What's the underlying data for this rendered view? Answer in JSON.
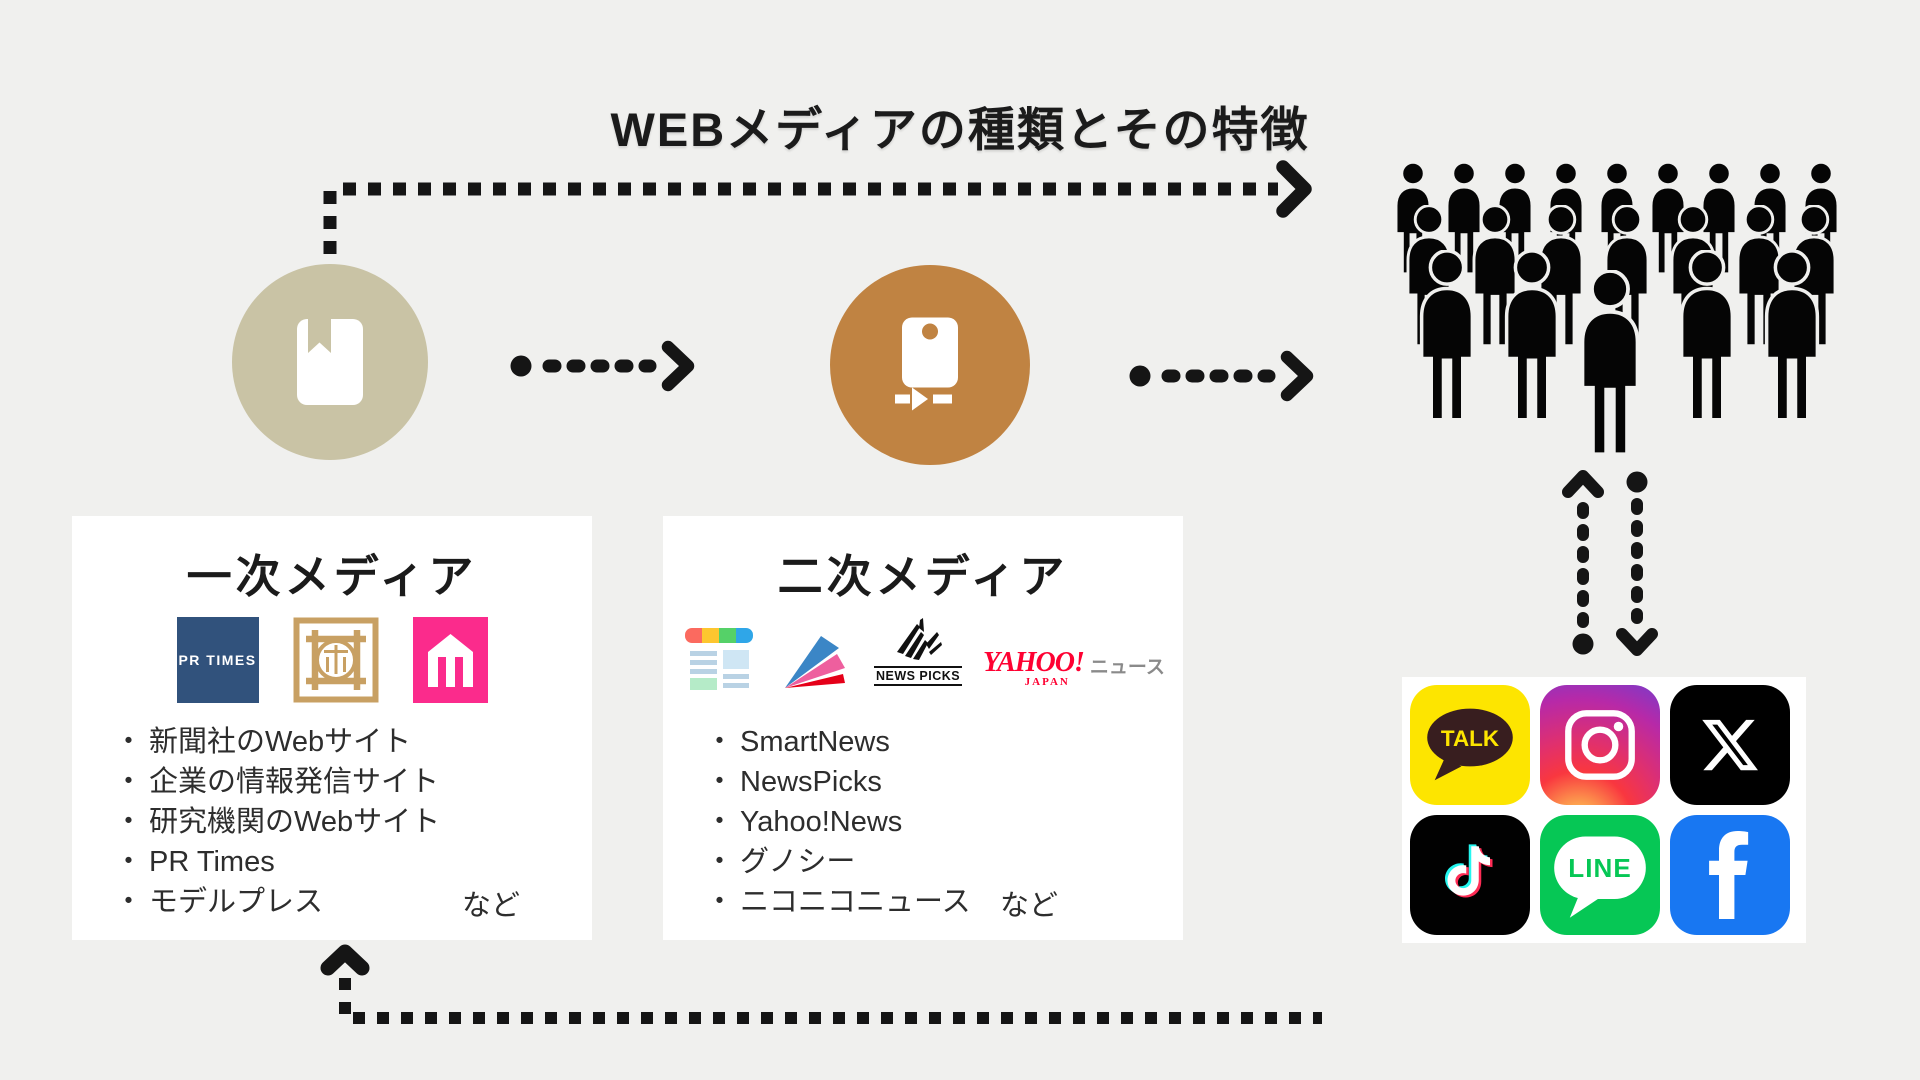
{
  "title": "WEBメディアの種類とその特徴",
  "bullet": "・",
  "primary": {
    "title": "一次メディア",
    "items": [
      "新聞社のWebサイト",
      "企業の情報発信サイト",
      "研究機関のWebサイト",
      "PR Times",
      "モデルプレス"
    ],
    "etc": "など",
    "logos": {
      "pr_times_label": "PR TIMES"
    },
    "logo_names": [
      "pr-times",
      "gold-crest-emblem",
      "modelpress"
    ]
  },
  "secondary": {
    "title": "二次メディア",
    "items": [
      "SmartNews",
      "NewsPicks",
      "Yahoo!News",
      "グノシー",
      "ニコニコニュース"
    ],
    "etc": "など",
    "logos": {
      "newspicks_label": "NEWS PICKS",
      "yahoo_main": "YAHOO!",
      "yahoo_japan": "JAPAN",
      "yahoo_news": "ニュース"
    },
    "logo_names": [
      "smartnews",
      "gunosy",
      "newspicks",
      "yahoo-japan-news"
    ]
  },
  "sns": {
    "kakao_label": "TALK",
    "line_label": "LINE",
    "icons": [
      "kakaotalk",
      "instagram",
      "x",
      "tiktok",
      "line",
      "facebook"
    ]
  },
  "colors": {
    "background": "#f0f0ee",
    "arrow": "#151515",
    "primary_circle": "#c9c3a5",
    "secondary_circle": "#c08342",
    "pr_times_blue": "#31527c",
    "crest_gold": "#c8a063",
    "modelpress_pink": "#fb2b8c",
    "yahoo_red": "#fe0132",
    "kakao_yellow": "#fde500",
    "kakao_brown": "#381e1f",
    "line_green": "#06c755",
    "facebook_blue": "#1877f2",
    "tiktok_cyan": "#24f6ef",
    "tiktok_pink": "#fe2c55",
    "crowd_black": "#050505"
  }
}
